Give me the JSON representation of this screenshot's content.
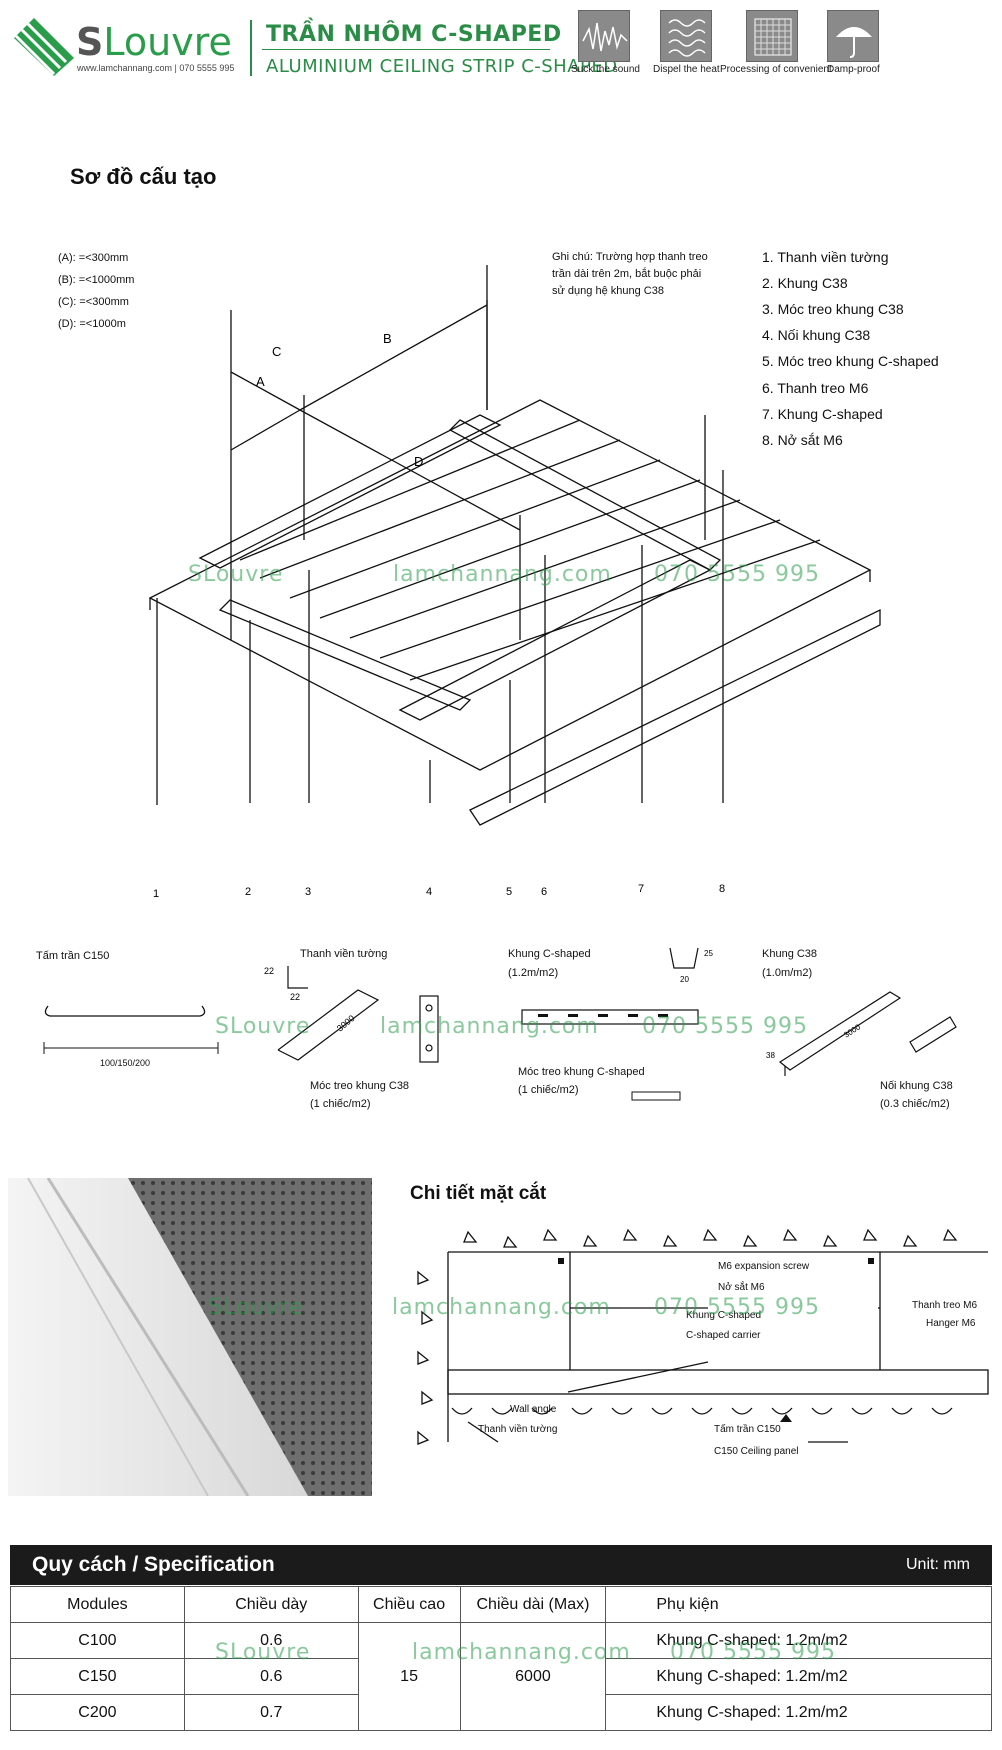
{
  "header": {
    "brand": "Louvre",
    "brand_s": "S",
    "website_phone": "www.lamchannang.com | 070 5555 995",
    "title_vn": "TRẦN NHÔM C-SHAPED",
    "title_en": "ALUMINIUM CEILING STRIP C-SHAPED",
    "features": [
      {
        "icon": "sound-wave-icon",
        "label": "Suck the sound"
      },
      {
        "icon": "heat-icon",
        "label": "Dispel the heat"
      },
      {
        "icon": "grid-icon",
        "label": "Processing of convenient"
      },
      {
        "icon": "umbrella-icon",
        "label": "Damp-proof"
      }
    ]
  },
  "structure": {
    "title": "Sơ đồ cấu tạo",
    "dims": [
      "(A): =<300mm",
      "(B): =<1000mm",
      "(C): =<300mm",
      "(D): =<1000m"
    ],
    "dim_letters": [
      "A",
      "B",
      "C",
      "D"
    ],
    "note": [
      "Ghi chú: Trường hợp thanh treo",
      "trần dài trên 2m, bắt buộc phải",
      "sử dụng hệ khung C38"
    ],
    "legend": [
      "1. Thanh viền tường",
      "2. Khung C38",
      "3. Móc treo khung C38",
      "4. Nối khung C38",
      "5. Móc treo khung C-shaped",
      "6. Thanh treo M6",
      "7. Khung C-shaped",
      "8. Nở sắt M6"
    ],
    "numbers": [
      "1",
      "2",
      "3",
      "4",
      "5",
      "6",
      "7",
      "8"
    ]
  },
  "components": {
    "panel_label": "Tấm trần C150",
    "panel_width": "100/150/200",
    "wall_angle": "Thanh viền tường",
    "wall_dim_a": "22",
    "wall_dim_b": "22",
    "wall_len": "3000",
    "c38_hanger": "Móc treo khung C38",
    "c38_hanger_qty": "(1 chiếc/m2)",
    "carrier": "Khung C-shaped",
    "carrier_qty": "(1.2m/m2)",
    "carrier_dim_h": "25",
    "carrier_dim_w": "20",
    "carrier_hanger": "Móc treo khung C-shaped",
    "carrier_hanger_qty": "(1 chiếc/m2)",
    "c38": "Khung C38",
    "c38_qty": "(1.0m/m2)",
    "c38_dim": "38",
    "c38_len": "3000",
    "joint": "Nối khung C38",
    "joint_qty": "(0.3 chiếc/m2)"
  },
  "section": {
    "title": "Chi tiết mặt cắt",
    "m6_screw": "M6 expansion screw",
    "m6_vn": "Nở sắt M6",
    "hanger_vn": "Thanh treo M6",
    "hanger_en": "Hanger M6",
    "carrier_vn": "Khung C-shaped",
    "carrier_en": "C-shaped carrier",
    "wall_en": "Wall angle",
    "wall_vn": "Thanh viền tường",
    "panel_vn": "Tấm trần C150",
    "panel_en": "C150 Ceiling panel"
  },
  "watermark": {
    "site": "lamchannang.com",
    "phone": "070 5555 995",
    "brand": "Louvre",
    "brand_s": "S"
  },
  "spec": {
    "title": "Quy cách / Specification",
    "unit": "Unit: mm",
    "headers": [
      "Modules",
      "Chiều dày",
      "Chiều cao",
      "Chiều dài (Max)",
      "Phụ kiện"
    ],
    "rows": [
      {
        "module": "C100",
        "thickness": "0.6",
        "accessory": "Khung C-shaped: 1.2m/m2"
      },
      {
        "module": "C150",
        "thickness": "0.6",
        "accessory": "Khung C-shaped: 1.2m/m2"
      },
      {
        "module": "C200",
        "thickness": "0.7",
        "accessory": "Khung C-shaped: 1.2m/m2"
      }
    ],
    "height": "15",
    "length": "6000"
  }
}
